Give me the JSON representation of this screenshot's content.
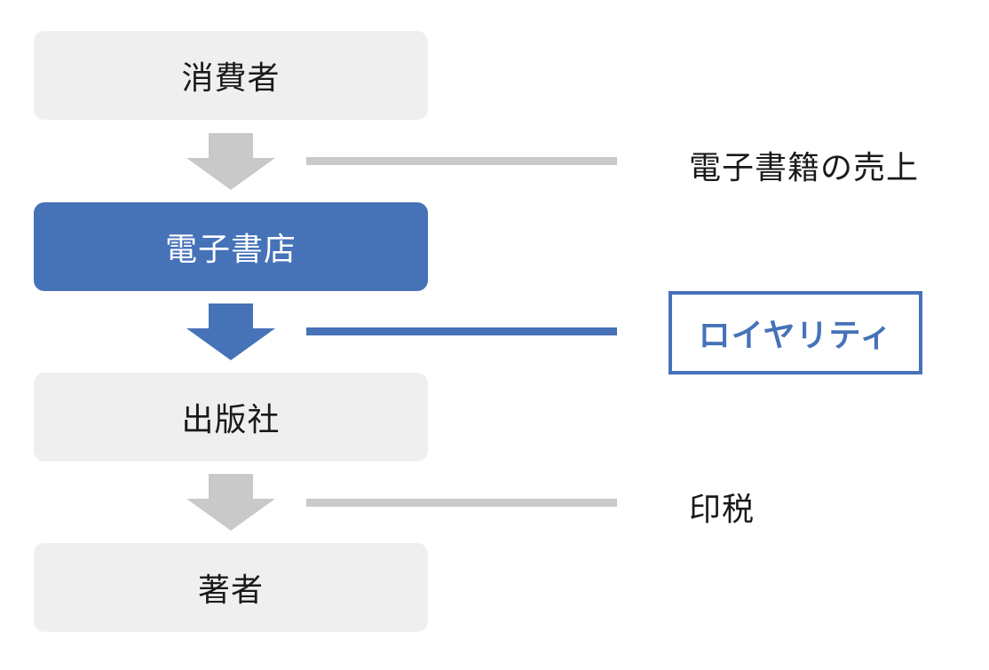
{
  "diagram": {
    "nodes": [
      {
        "id": "consumer",
        "label": "消費者"
      },
      {
        "id": "ebook-store",
        "label": "電子書店"
      },
      {
        "id": "publisher",
        "label": "出版社"
      },
      {
        "id": "author",
        "label": "著者"
      }
    ],
    "flows": [
      {
        "from": "consumer",
        "to": "ebook-store",
        "label": "電子書籍の売上"
      },
      {
        "from": "ebook-store",
        "to": "publisher",
        "label": "ロイヤリティ"
      },
      {
        "from": "publisher",
        "to": "author",
        "label": "印税"
      }
    ]
  },
  "colors": {
    "accent": "#4672b8",
    "node_bg": "#efefef",
    "arrow_gray": "#c9c9c9",
    "text": "#1a1a1a"
  }
}
